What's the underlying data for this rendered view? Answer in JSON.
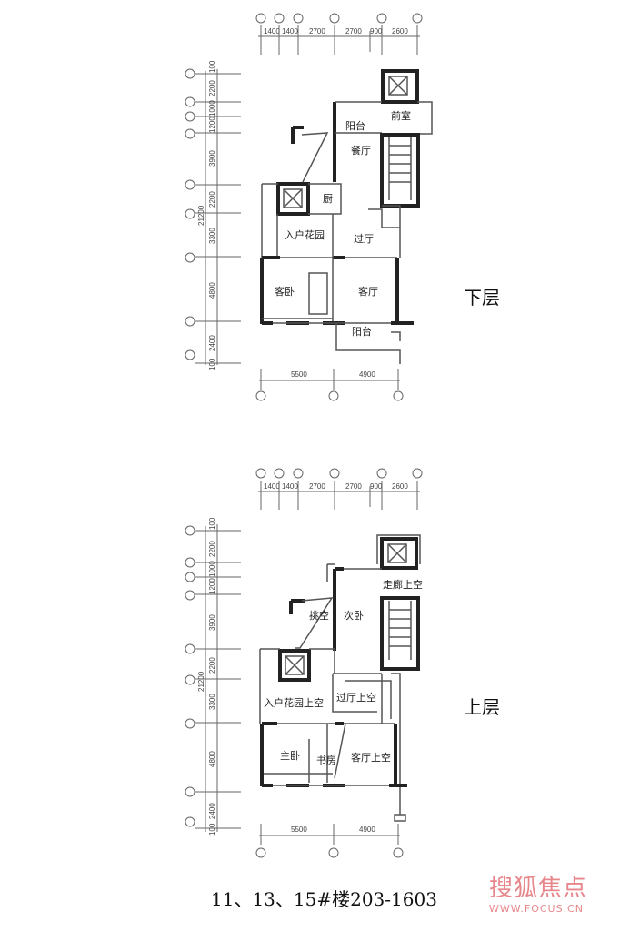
{
  "top_dimensions": [
    "1400",
    "1400",
    "2700",
    "2700",
    "900",
    "2600"
  ],
  "left_dimensions": [
    "100",
    "2200",
    "1000",
    "1200",
    "3900",
    "2200",
    "3300",
    "4800",
    "2400",
    "100"
  ],
  "left_total": "21200",
  "bottom_dimensions": [
    "5500",
    "4900"
  ],
  "lower_floor": {
    "label": "下层",
    "rooms": {
      "front_room": "前室",
      "balcony_top": "阳台",
      "dining": "餐厅",
      "kitchen": "厨",
      "entry_garden": "入户花园",
      "hall": "过厅",
      "guest_bedroom": "客卧",
      "living": "客厅",
      "balcony_bottom": "阳台"
    }
  },
  "upper_floor": {
    "label": "上层",
    "rooms": {
      "corridor_void": "走廊上空",
      "void": "挑空",
      "second_bedroom": "次卧",
      "entry_garden_void": "入户花园上空",
      "hall_void": "过厅上空",
      "master_bedroom": "主卧",
      "study": "书房",
      "living_void": "客厅上空"
    }
  },
  "caption": "11、13、15#楼203-1603",
  "watermark": {
    "name": "搜狐焦点",
    "url": "WWW.FOCUS.CN"
  }
}
